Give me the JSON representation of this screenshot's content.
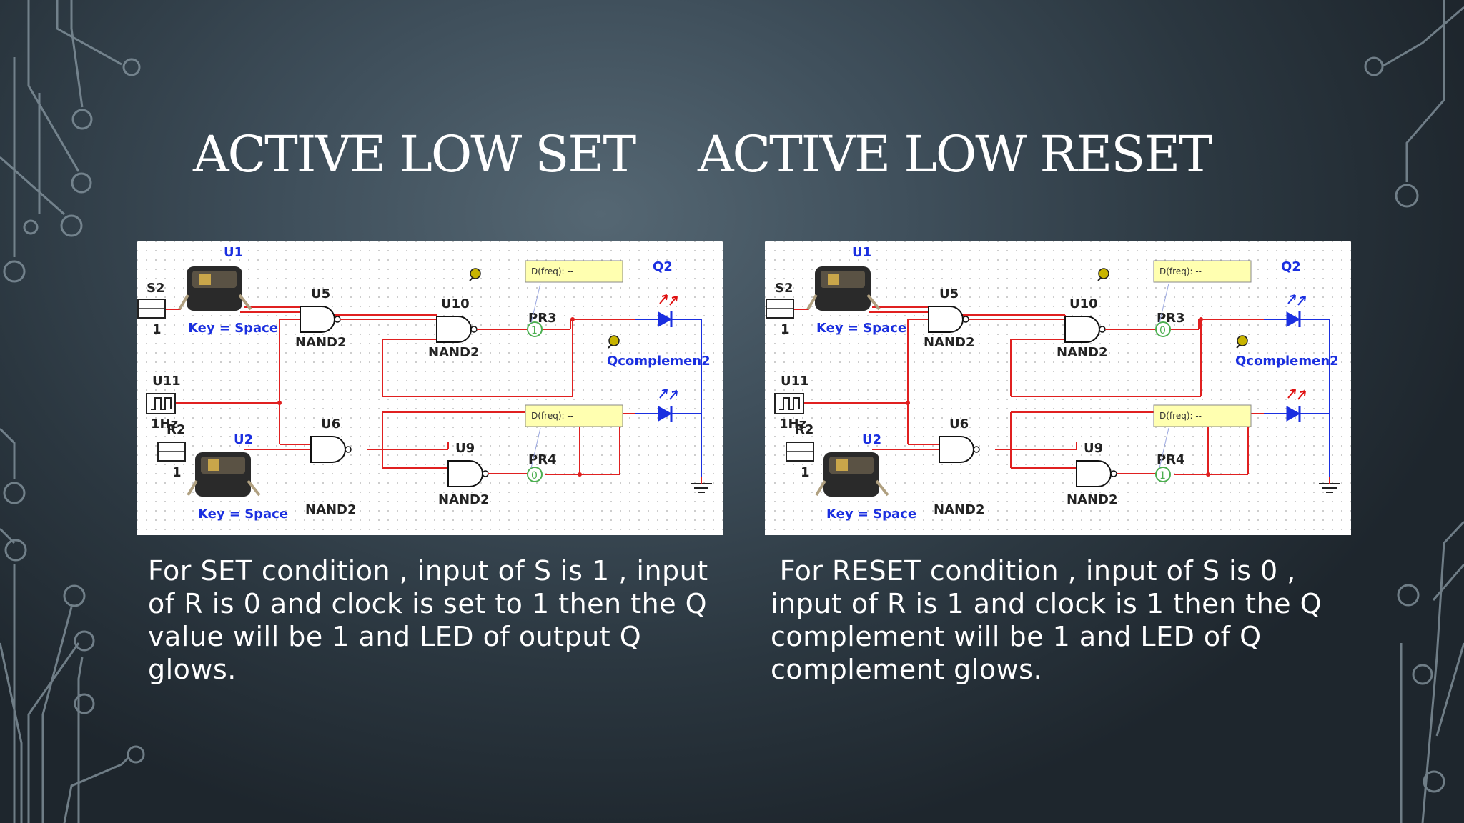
{
  "titles": {
    "set": "ACTIVE LOW SET",
    "reset": "ACTIVE LOW RESET"
  },
  "descriptions": {
    "set": "For SET condition , input of S is 1 , input of R is 0 and clock is set to 1 then the Q value will be 1 and LED of output Q glows.",
    "reset": " For RESET condition , input of S is 0 , input of R is 1 and clock is 1 then the Q complement will be 1 and LED of Q complement glows."
  },
  "circuits": {
    "set": {
      "switch_top": {
        "ref": "U1",
        "key": "Key = Space"
      },
      "switch_bottom": {
        "ref": "U2",
        "key": "Key = Space"
      },
      "input_s": {
        "ref": "S2",
        "value": "1"
      },
      "input_r": {
        "ref": "R2",
        "value": "1"
      },
      "clock": {
        "ref": "U11",
        "freq": "1Hz"
      },
      "gate_u5": {
        "ref": "U5",
        "type": "NAND2"
      },
      "gate_u6": {
        "ref": "U6",
        "type": "NAND2"
      },
      "gate_u10": {
        "ref": "U10",
        "type": "NAND2"
      },
      "gate_u9": {
        "ref": "U9",
        "type": "NAND2"
      },
      "probe_top": {
        "ref": "PR3",
        "state": "1",
        "readout": "D(freq): --"
      },
      "probe_bottom": {
        "ref": "PR4",
        "state": "0",
        "readout": "D(freq): --"
      },
      "led_q": {
        "ref": "Q2",
        "lit": true
      },
      "led_qc": {
        "ref": "Qcomplemen2",
        "lit": false
      }
    },
    "reset": {
      "switch_top": {
        "ref": "U1",
        "key": "Key = Space"
      },
      "switch_bottom": {
        "ref": "U2",
        "key": "Key = Space"
      },
      "input_s": {
        "ref": "S2",
        "value": "1"
      },
      "input_r": {
        "ref": "R2",
        "value": "1"
      },
      "clock": {
        "ref": "U11",
        "freq": "1Hz"
      },
      "gate_u5": {
        "ref": "U5",
        "type": "NAND2"
      },
      "gate_u6": {
        "ref": "U6",
        "type": "NAND2"
      },
      "gate_u10": {
        "ref": "U10",
        "type": "NAND2"
      },
      "gate_u9": {
        "ref": "U9",
        "type": "NAND2"
      },
      "probe_top": {
        "ref": "PR3",
        "state": "0",
        "readout": "D(freq): --"
      },
      "probe_bottom": {
        "ref": "PR4",
        "state": "1",
        "readout": "D(freq): --"
      },
      "led_q": {
        "ref": "Q2",
        "lit": false
      },
      "led_qc": {
        "ref": "Qcomplemen2",
        "lit": true
      }
    }
  },
  "colors": {
    "wire": "#e02020",
    "led_wire": "#1a2fe0",
    "label_blue": "#1a2fe0",
    "probe_readout_bg": "#ffffb0",
    "probe_green": "#4caf50"
  }
}
